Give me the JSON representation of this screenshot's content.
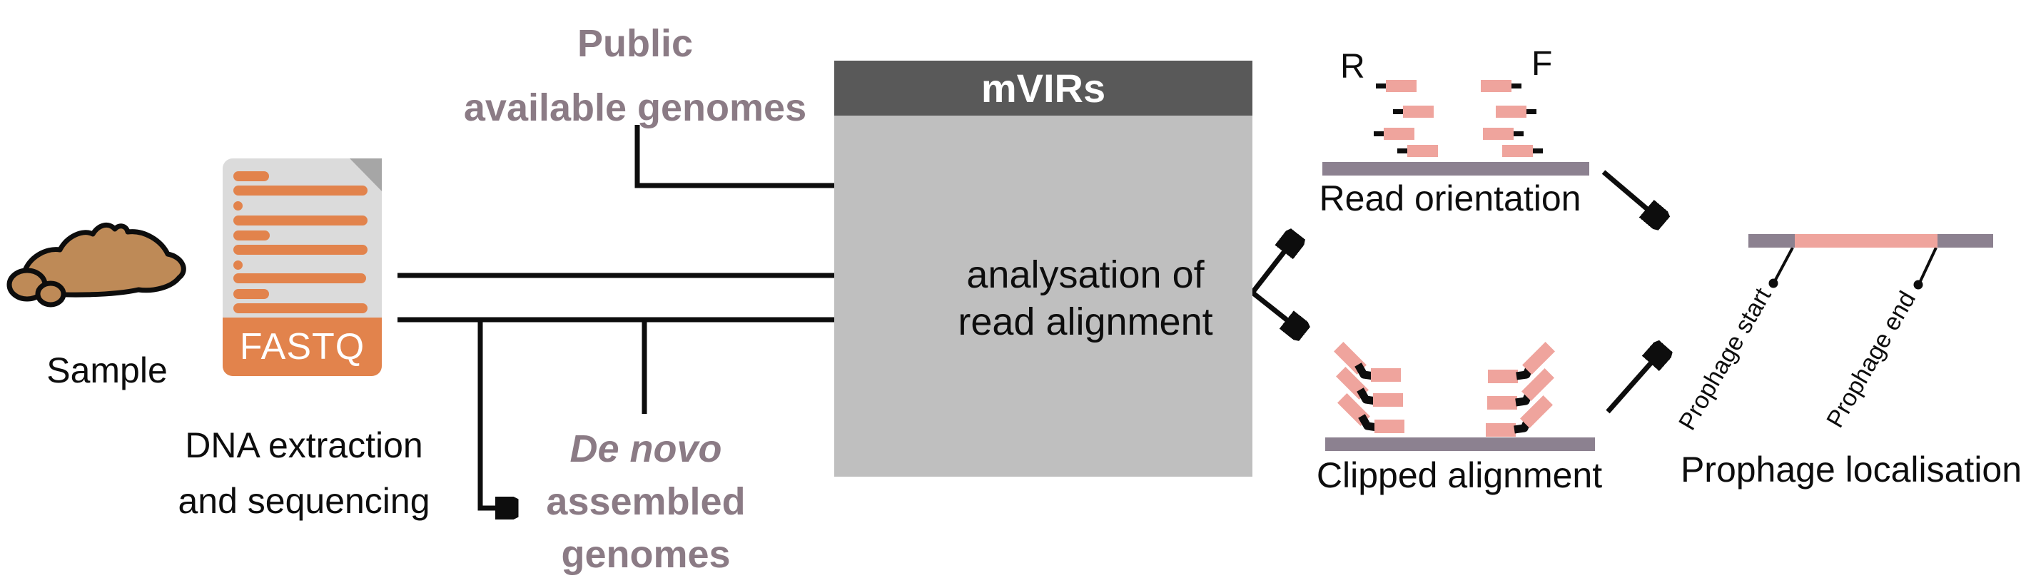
{
  "colors": {
    "orange": "#E2834C",
    "pink": "#EFA49D",
    "mauve_bar": "#8C8190",
    "mauve_text": "#8B7B85",
    "box_header": "#595959",
    "box_body": "#BFBFBF",
    "doc_body": "#DBDBDB",
    "doc_fold": "#A6A6A6",
    "soil_brown": "#BE8A57",
    "ink": "#0D0D0D"
  },
  "sample": {
    "label": "Sample",
    "caption_line1": "DNA extraction",
    "caption_line2": "and sequencing"
  },
  "fastq": {
    "label": "FASTQ"
  },
  "public_genomes": {
    "line1": "Public",
    "line2": "available genomes"
  },
  "de_novo": {
    "line1": "De novo",
    "line2": "assembled",
    "line3": "genomes"
  },
  "mvirs": {
    "title": "mVIRs",
    "step_line1": "analysation of",
    "step_line2": "read alignment"
  },
  "read_orientation": {
    "reverse_label": "R",
    "forward_label": "F",
    "caption": "Read orientation"
  },
  "clipped": {
    "caption": "Clipped alignment"
  },
  "prophage": {
    "start_label": "Prophage start",
    "end_label": "Prophage end",
    "caption": "Prophage localisation"
  }
}
